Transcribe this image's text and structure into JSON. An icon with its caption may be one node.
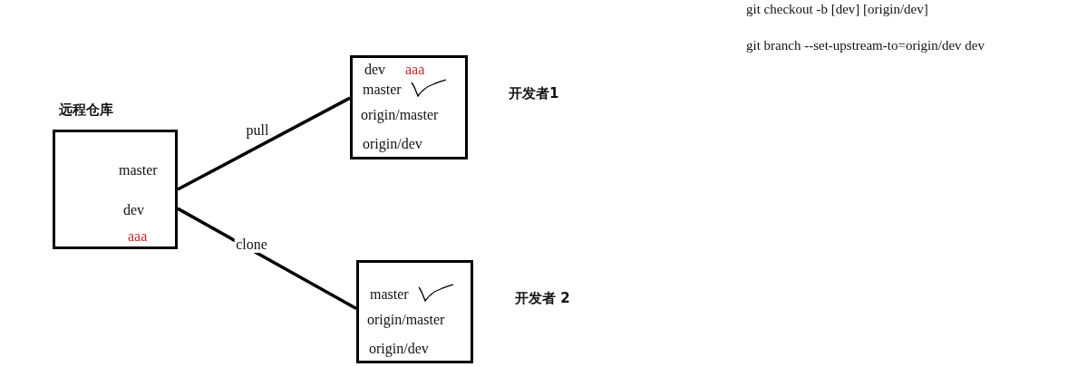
{
  "diagram": {
    "nodes": [
      {
        "text": [
          "远程仓库",
          "master",
          "dev",
          "aaa"
        ]
      },
      {
        "text": [
          "dev",
          "aaa",
          "master",
          "origin/master",
          "origin/dev"
        ],
        "beside": [
          "开发者1"
        ]
      },
      {
        "text": [
          "master",
          "origin/master",
          "origin/dev"
        ],
        "beside": [
          "开发者 2"
        ]
      }
    ],
    "edges": [
      {
        "from": 0,
        "to": 1,
        "arrow": "none",
        "label": "pull"
      },
      {
        "from": 0,
        "to": 2,
        "arrow": "none",
        "label": "clone"
      }
    ],
    "labels": [
      "git checkout -b [dev] [origin/dev]",
      "git branch --set-upstream-to=origin/dev dev"
    ]
  }
}
